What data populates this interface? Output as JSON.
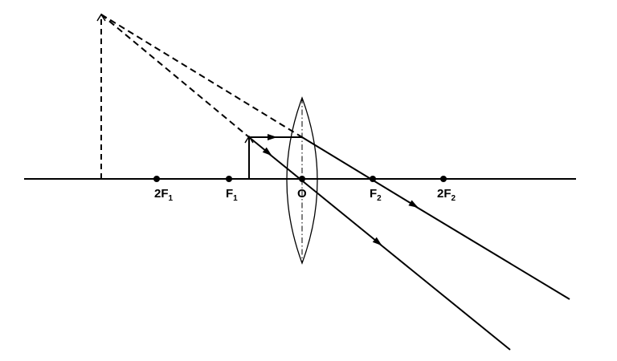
{
  "diagram": {
    "labels": {
      "two_f1": {
        "main": "2F",
        "sub": "1"
      },
      "f1": {
        "main": "F",
        "sub": "1"
      },
      "o": {
        "main": "O"
      },
      "f2": {
        "main": "F",
        "sub": "2"
      },
      "two_f2": {
        "main": "2F",
        "sub": "2"
      }
    },
    "colors": {
      "stroke": "#000000",
      "background": "#ffffff"
    }
  }
}
